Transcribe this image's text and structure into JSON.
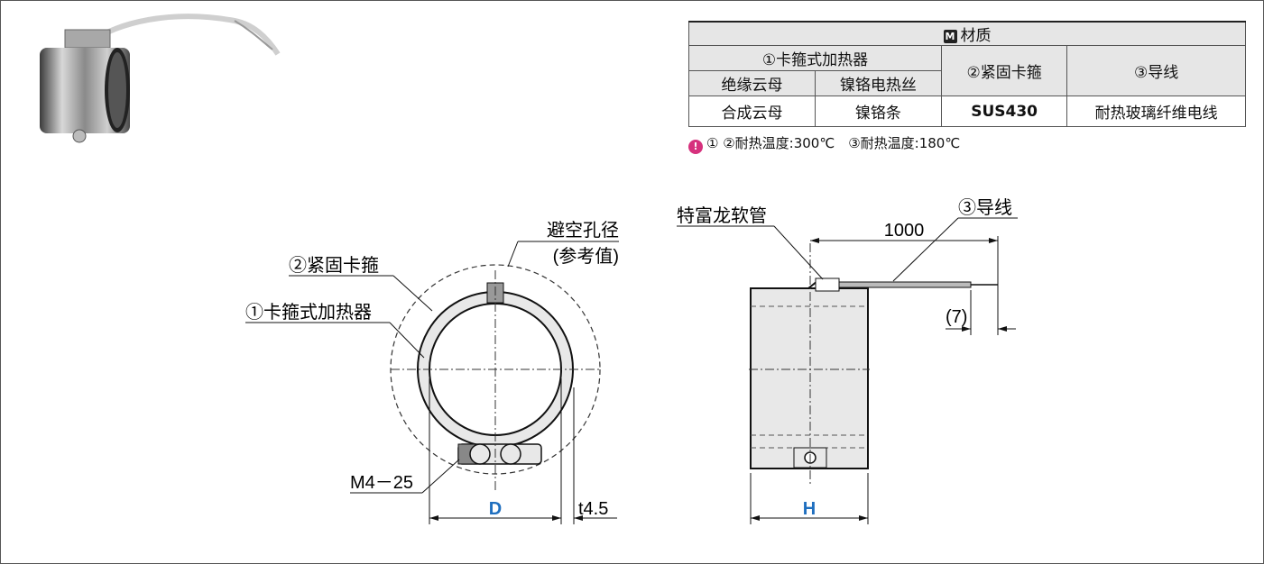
{
  "spec_table": {
    "title": "材质",
    "title_badge": "M",
    "group_heater": "①卡箍式加热器",
    "col_insulation": "绝缘云母",
    "col_wire": "镍铬电热丝",
    "col_clamp": "②紧固卡箍",
    "col_lead": "③导线",
    "val_insulation": "合成云母",
    "val_wire": "镍铬条",
    "val_clamp": "SUS430",
    "val_lead": "耐热玻璃纤维电线"
  },
  "note": {
    "icon": "warning-icon",
    "text": "① ②耐热温度:300℃　③耐热温度:180℃"
  },
  "front_view": {
    "label_clearance": "避空孔径",
    "label_reference": "(参考值)",
    "label_clamp": "②紧固卡箍",
    "label_heater": "①卡箍式加热器",
    "label_screw": "M4－25",
    "dim_d": "D",
    "dim_t": "t4.5"
  },
  "side_view": {
    "label_ptfe": "特富龙软管",
    "label_lead": "③导线",
    "dim_length": "1000",
    "dim_strip": "(7)",
    "dim_h": "H"
  },
  "colors": {
    "dim_blue": "#1f6fbf",
    "note_magenta": "#d6317d"
  }
}
